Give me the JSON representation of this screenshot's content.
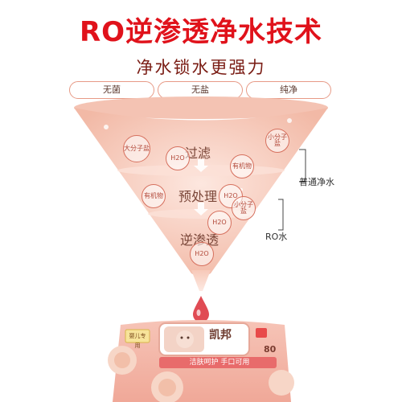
{
  "title": "RO逆渗透净水技术",
  "subtitle": "净水锁水更强力",
  "tags": [
    "无菌",
    "无盐",
    "纯净"
  ],
  "stages": [
    "过滤",
    "预处理",
    "逆渗透"
  ],
  "bubbles": {
    "salt_big_left": "大分子盐",
    "salt_small_right": "小分子盐",
    "salt_small_mid": "小分子盐",
    "h2o_1": "H2O",
    "h2o_2": "H2O",
    "h2o_3": "H2O",
    "h2o_4": "H2O",
    "organic_1": "有机物",
    "organic_2": "有机物"
  },
  "side_labels": {
    "normal_water": "普通净水",
    "ro_water": "RO水"
  },
  "product": {
    "brand": "凯邦",
    "slogan": "洁肤呵护 手口可用",
    "count": "80",
    "badge": "婴儿专用"
  },
  "colors": {
    "title_red": "#e0121b",
    "funnel_pink": "#f6cbbd",
    "accent": "#d6705e"
  }
}
